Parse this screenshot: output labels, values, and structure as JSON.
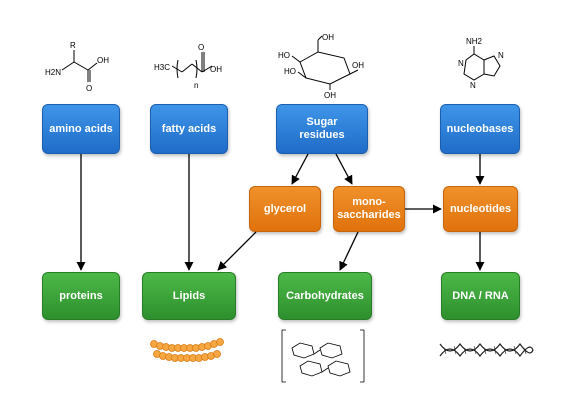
{
  "nodes": {
    "amino_acids": {
      "label": "amino acids",
      "color": "blue"
    },
    "fatty_acids": {
      "label": "fatty acids",
      "color": "blue"
    },
    "sugar_residues": {
      "label": "Sugar\nresidues",
      "color": "blue"
    },
    "nucleobases": {
      "label": "nucleobases",
      "color": "blue"
    },
    "glycerol": {
      "label": "glycerol",
      "color": "orange"
    },
    "monosaccharides": {
      "label": "mono-\nsaccharides",
      "color": "orange"
    },
    "nucleotides": {
      "label": "nucleotides",
      "color": "orange"
    },
    "proteins": {
      "label": "proteins",
      "color": "green"
    },
    "lipids": {
      "label": "Lipids",
      "color": "green"
    },
    "carbohydrates": {
      "label": "Carbohydrates",
      "color": "green"
    },
    "dna_rna": {
      "label": "DNA / RNA",
      "color": "green"
    }
  },
  "edges": [
    [
      "amino_acids",
      "proteins"
    ],
    [
      "fatty_acids",
      "lipids"
    ],
    [
      "sugar_residues",
      "glycerol"
    ],
    [
      "sugar_residues",
      "monosaccharides"
    ],
    [
      "glycerol",
      "lipids"
    ],
    [
      "monosaccharides",
      "carbohydrates"
    ],
    [
      "monosaccharides",
      "nucleotides"
    ],
    [
      "nucleobases",
      "nucleotides"
    ],
    [
      "nucleotides",
      "dna_rna"
    ]
  ],
  "structures": {
    "amino_acid": {
      "r": "R",
      "nh2": "H2N",
      "oh": "OH",
      "o": "O"
    },
    "fatty_acid": {
      "ch3": "H3C",
      "n": "n",
      "oh": "OH",
      "o": "O"
    },
    "glucose": {
      "oh1": "OH",
      "ho1": "HO",
      "ho2": "HO",
      "oh2": "OH",
      "oh3": "OH"
    },
    "adenine": {
      "nh2": "NH2",
      "n": "N"
    }
  },
  "colors": {
    "blue": "#2a7fd9",
    "orange": "#ea8118",
    "green": "#38a136",
    "arrow": "#000000"
  }
}
